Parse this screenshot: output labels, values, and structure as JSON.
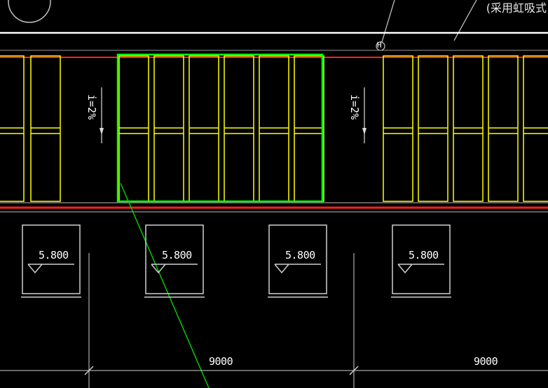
{
  "drawing": {
    "top_note": "(采用虹吸式",
    "grid_marker": "H",
    "slope_labels": [
      "i=2%",
      "i=2%"
    ],
    "elevations": [
      "5.800",
      "5.800",
      "5.800",
      "5.800"
    ],
    "dimensions": [
      "9000",
      "9000"
    ]
  },
  "colors": {
    "background": "#000000",
    "panel_outline": "#ffff00",
    "selection": "#00ff00",
    "red_line": "#ff2020",
    "white_line": "#ffffff"
  }
}
